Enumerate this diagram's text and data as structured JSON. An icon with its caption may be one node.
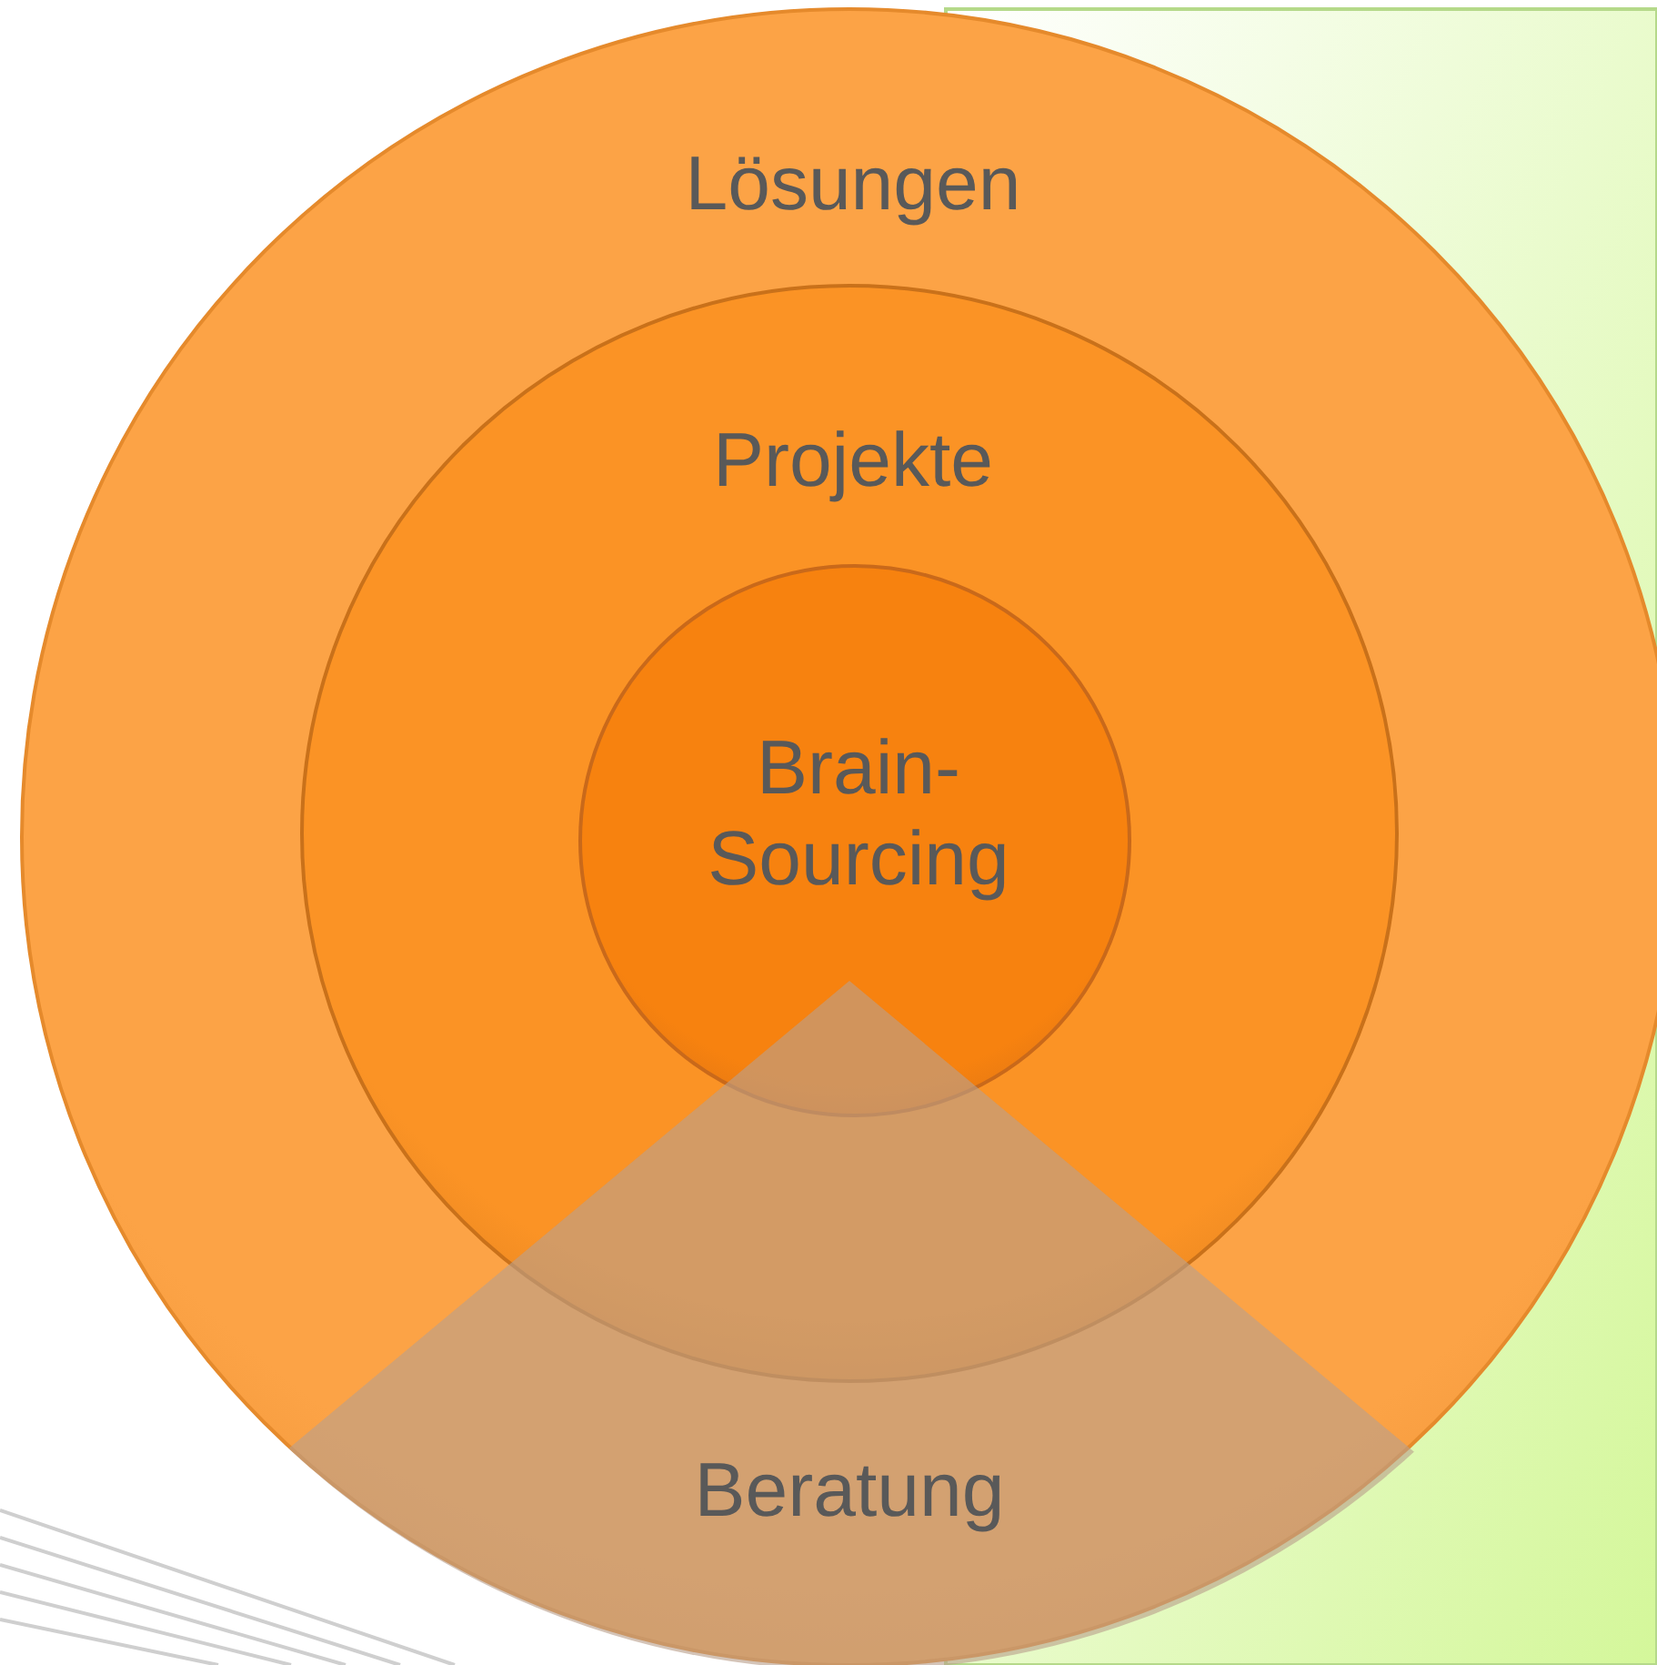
{
  "diagram": {
    "nodes": [
      {
        "text": [
          "Lösungen"
        ]
      },
      {
        "text": [
          "Projekte"
        ],
        "in": 0
      },
      {
        "text": [
          "Brain- Sourcing"
        ],
        "in": 1
      },
      {
        "text": [
          "Beratung"
        ],
        "in": 0
      }
    ]
  }
}
